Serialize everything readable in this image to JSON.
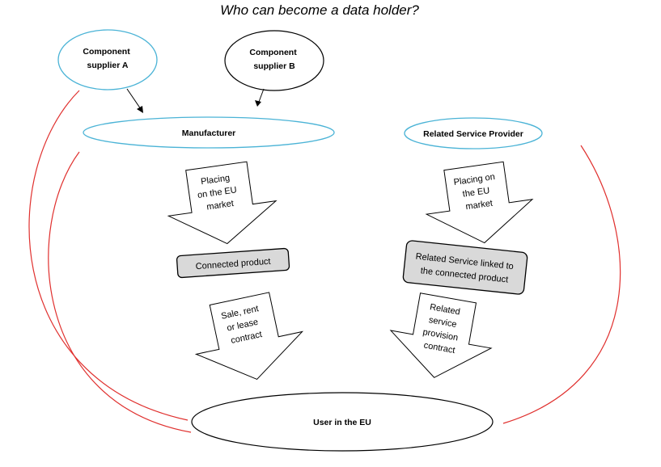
{
  "title": "Who can become a data holder?",
  "nodes": {
    "component_supplier_a": [
      "Component",
      "supplier A"
    ],
    "component_supplier_b": [
      "Component",
      "supplier B"
    ],
    "manufacturer": "Manufacturer",
    "related_service_provider": "Related Service Provider",
    "connected_product": "Connected product",
    "related_service_linked": [
      "Related Service linked to",
      "the connected product"
    ],
    "user_in_eu": "User in the EU"
  },
  "arrows": {
    "placing_left": [
      "Placing",
      "on the EU",
      "market"
    ],
    "placing_right": [
      "Placing on",
      "the EU",
      "market"
    ],
    "sale_contract": [
      "Sale, rent",
      "or lease",
      "contract"
    ],
    "service_contract": [
      "Related",
      "service",
      "provision",
      "contract"
    ]
  },
  "colors": {
    "ellipse_blue": "#4ab3d6",
    "ellipse_black": "#000000",
    "curve_red": "#e0302e",
    "box_fill": "#d9d9d9"
  }
}
